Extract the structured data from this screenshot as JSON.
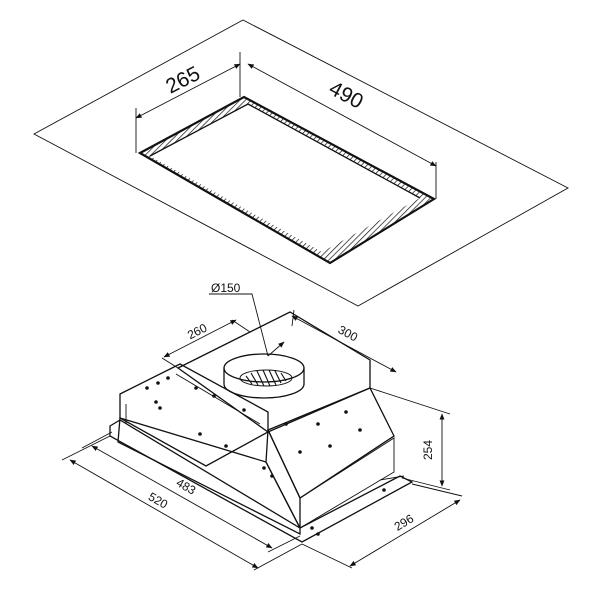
{
  "cutout": {
    "width_label": "265",
    "length_label": "490"
  },
  "hood": {
    "duct_label": "Ø150",
    "top_depth_label": "260",
    "top_width_label": "300",
    "height_label": "254",
    "depth_label": "296",
    "body_width_label": "483",
    "overall_width_label": "520"
  }
}
